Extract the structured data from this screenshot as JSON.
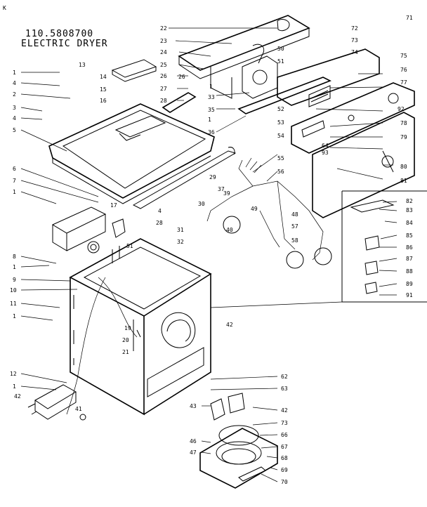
{
  "corner_mark": "K",
  "title": {
    "model": "110.5808700",
    "product": "ELECTRIC DRYER"
  },
  "part_numbers": [
    "1",
    "2",
    "3",
    "4",
    "5",
    "6",
    "7",
    "8",
    "9",
    "10",
    "11",
    "12",
    "13",
    "14",
    "15",
    "16",
    "17",
    "19",
    "20",
    "21",
    "22",
    "23",
    "24",
    "25",
    "26",
    "27",
    "28",
    "29",
    "30",
    "31",
    "32",
    "33",
    "35",
    "36",
    "37",
    "39",
    "40",
    "41",
    "42",
    "43",
    "46",
    "47",
    "48",
    "49",
    "50",
    "51",
    "52",
    "53",
    "54",
    "55",
    "56",
    "57",
    "58",
    "62",
    "63",
    "64",
    "66",
    "67",
    "68",
    "69",
    "70",
    "71",
    "72",
    "73",
    "74",
    "75",
    "76",
    "77",
    "78",
    "79",
    "80",
    "81",
    "82",
    "83",
    "84",
    "85",
    "86",
    "87",
    "88",
    "89",
    "91",
    "92",
    "93"
  ]
}
